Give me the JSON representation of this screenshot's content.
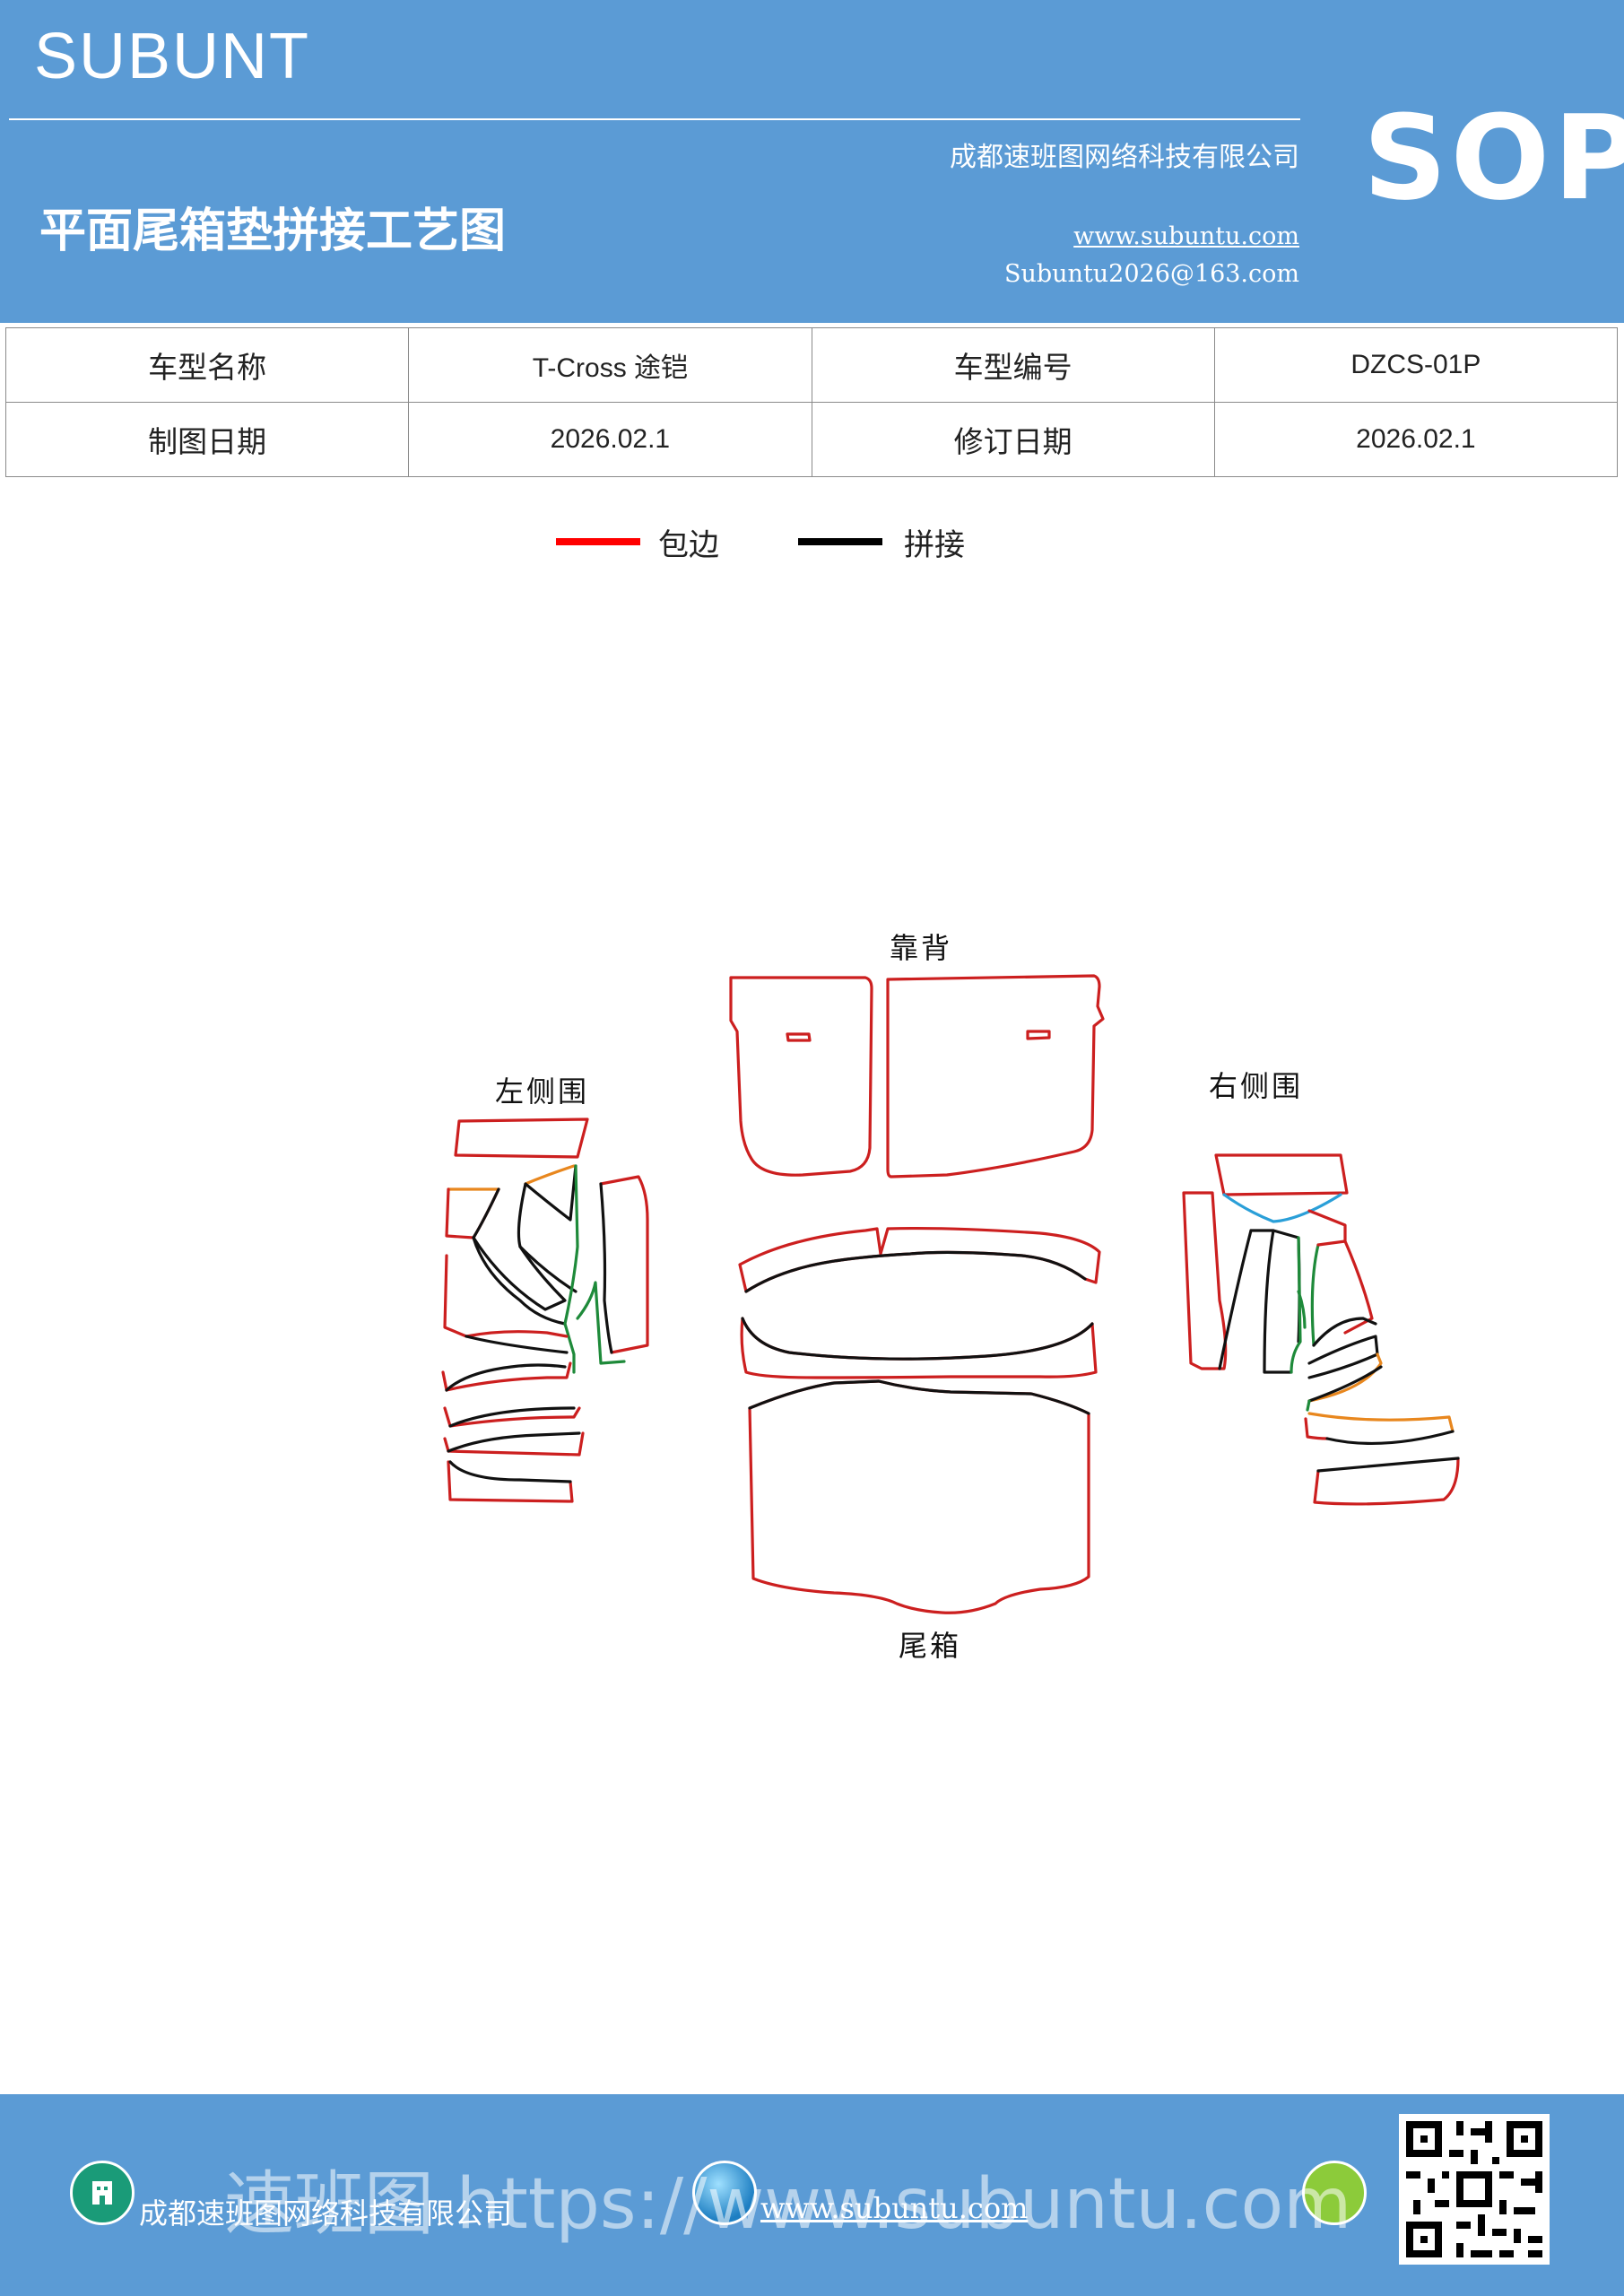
{
  "header": {
    "brand": "SUBUNT",
    "company": "成都速班图网络科技有限公司",
    "title": "平面尾箱垫拼接工艺图",
    "website": "www.subuntu.com",
    "email": "Subuntu2026@163.com",
    "sop": "SOP"
  },
  "info_table": {
    "row1": [
      "车型名称",
      "T-Cross  途铠",
      "车型编号",
      "DZCS-01P"
    ],
    "row2": [
      "制图日期",
      "2026.02.1",
      "修订日期",
      "2026.02.1"
    ]
  },
  "legend": [
    {
      "label": "包边",
      "color": "#ff0000"
    },
    {
      "label": "拼接",
      "color": "#000000"
    }
  ],
  "diagram": {
    "labels": {
      "backrest": "靠背",
      "left_side": "左侧围",
      "right_side": "右侧围",
      "trunk": "尾箱"
    },
    "colors": {
      "edge": "#cc1f1f",
      "seam": "#111111",
      "orange": "#e8871e",
      "green": "#1e8a3a",
      "blue": "#2a9fd8"
    }
  },
  "footer": {
    "company": "成都速班图网络科技有限公司",
    "website": "www.subuntu.com",
    "watermark": "速班图 https://www.subuntu.com"
  }
}
